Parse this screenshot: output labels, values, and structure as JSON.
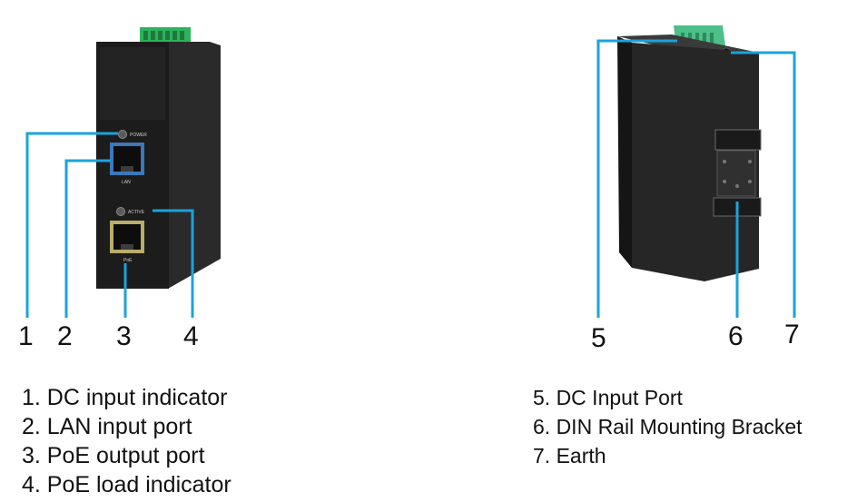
{
  "front_view": {
    "device_labels": {
      "power": "POWER",
      "lan": "LAN",
      "active": "ACTIVE",
      "poe": "PoE"
    },
    "callout_numbers": [
      "1",
      "2",
      "3",
      "4"
    ]
  },
  "side_view": {
    "callout_numbers": [
      "5",
      "6",
      "7"
    ]
  },
  "legend_left": [
    "1. DC input indicator",
    "2. LAN input port",
    "3. PoE output port",
    "4. PoE load indicator"
  ],
  "legend_right": [
    "5. DC Input Port",
    "6. DIN Rail Mounting Bracket",
    "7. Earth"
  ],
  "colors": {
    "callout_line": "#1aa3dc",
    "housing": "#1e1e1e",
    "terminal_block": "#2db35b"
  }
}
